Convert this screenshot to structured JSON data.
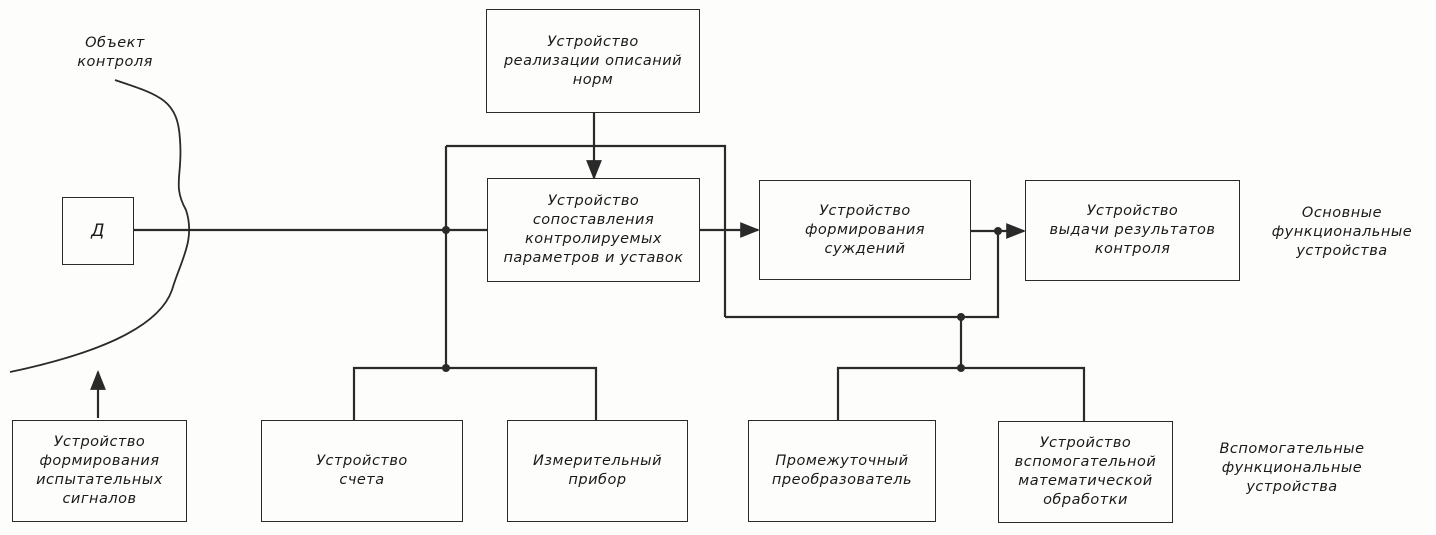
{
  "object": {
    "label": "Объект\nконтроля"
  },
  "blocks": {
    "sensor": "Д",
    "norms": "Устройство\nреализации описаний\nнорм",
    "comparison": "Устройство\nсопоставления\nконтролируемых\nпараметров и уставок",
    "judgement": "Устройство\nформирования\nсуждений",
    "results": "Устройство\nвыдачи результатов\nконтроля",
    "test_signals": "Устройство\nформирования\nиспытательных\nсигналов",
    "counter": "Устройство\nсчета",
    "meter": "Измерительный\nприбор",
    "converter": "Промежуточный\nпреобразователь",
    "math": "Устройство\nвспомогательной\nматематической\nобработки"
  },
  "groups": {
    "main": "Основные\nфункциональные\nустройства",
    "auxiliary": "Вспомогательные\nфункциональные\nустройства"
  }
}
